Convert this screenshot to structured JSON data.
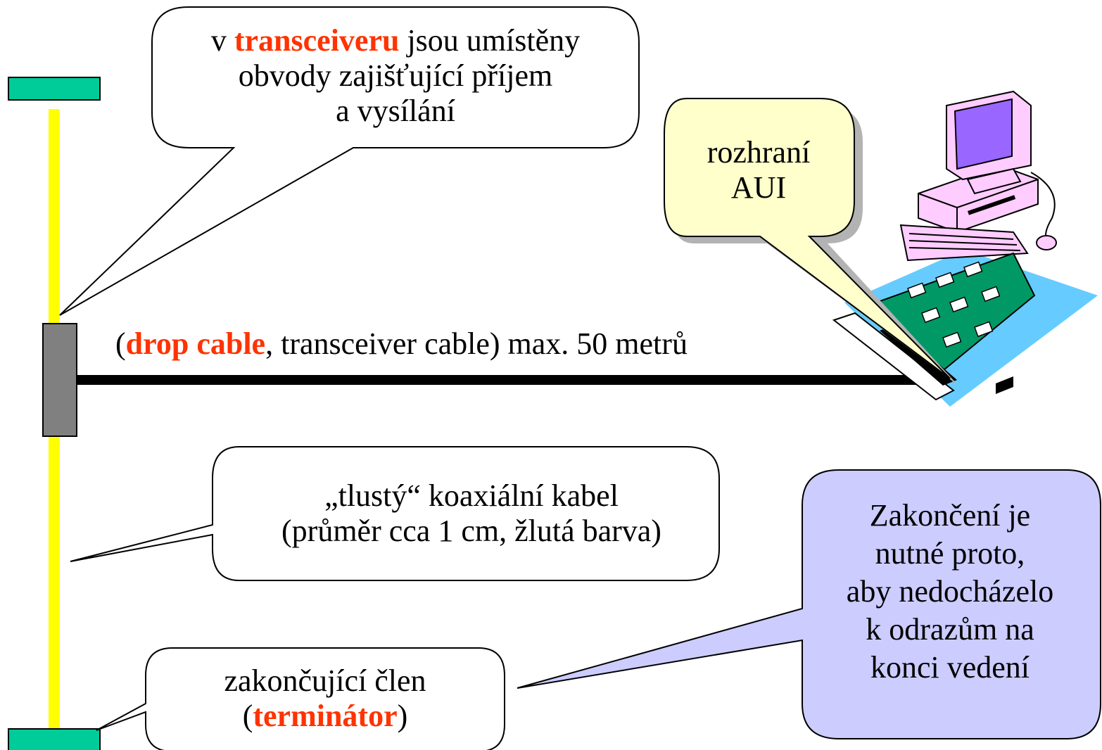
{
  "callouts": {
    "transceiver": {
      "pre": "v ",
      "highlight": "transceiveru",
      "post": " jsou umístěny",
      "line2": "obvody zajišťující příjem",
      "line3": "a vysílání"
    },
    "aui": {
      "line1": "rozhraní",
      "line2": "AUI"
    },
    "coax": {
      "line1": "„tlustý“ koaxiální kabel",
      "line2": "(průměr cca 1 cm, žlutá barva)"
    },
    "terminator": {
      "line1": "zakončující člen",
      "open": "(",
      "highlight": "terminátor",
      "close": ")"
    },
    "termination_note": {
      "line1": "Zakončení je",
      "line2": "nutné proto,",
      "line3": "aby nedocházelo",
      "line4": "k odrazům na",
      "line5": "konci vedení"
    }
  },
  "drop_cable_label": {
    "open": "(",
    "highlight": "drop cable",
    "rest": ", transceiver cable)  max. 50 metrů"
  },
  "colors": {
    "coax_cable": "#ffff00",
    "terminator": "#00cc99",
    "transceiver_box": "#808080",
    "highlight_text": "#ff3300",
    "aui_bubble": "#ffffcc",
    "note_bubble": "#ccccff",
    "computer_floor": "#66ccff",
    "network_card": "#009966",
    "monitor_screen": "#9966ff"
  },
  "icons": [
    "desktop-computer-icon",
    "network-card-icon"
  ]
}
